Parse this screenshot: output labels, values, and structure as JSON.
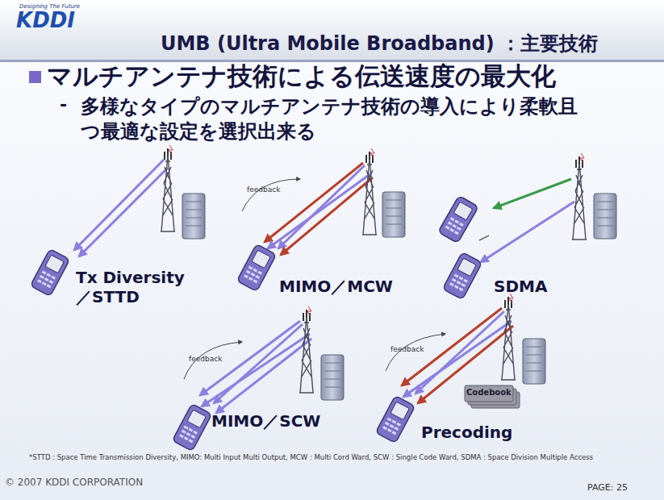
{
  "diagram": {
    "title": "UMB (Ultra Mobile Broadband) ：主要技術",
    "labels": [
      "Designing The Future",
      "KDDI",
      "マルチアンテナ技術による伝送速度の最大化",
      "-",
      "多様なタイプのマルチアンテナ技術の導入により柔軟且つ最適な設定を選択出来る",
      "Tx Diversity ／STTD",
      "feedback",
      "MIMO／MCW",
      "SDMA",
      "feedback",
      "MIMO／SCW",
      "feedback",
      "Codebook",
      "Precoding",
      "*STTD : Space Time Transmission Diversity, MIMO: Multi Input Multi Output, MCW : Multi Cord Ward, SCW : Single Code Ward, SDMA : Space Division Multiple Access",
      "© 2007 KDDI CORPORATION",
      "PAGE: 25"
    ]
  }
}
